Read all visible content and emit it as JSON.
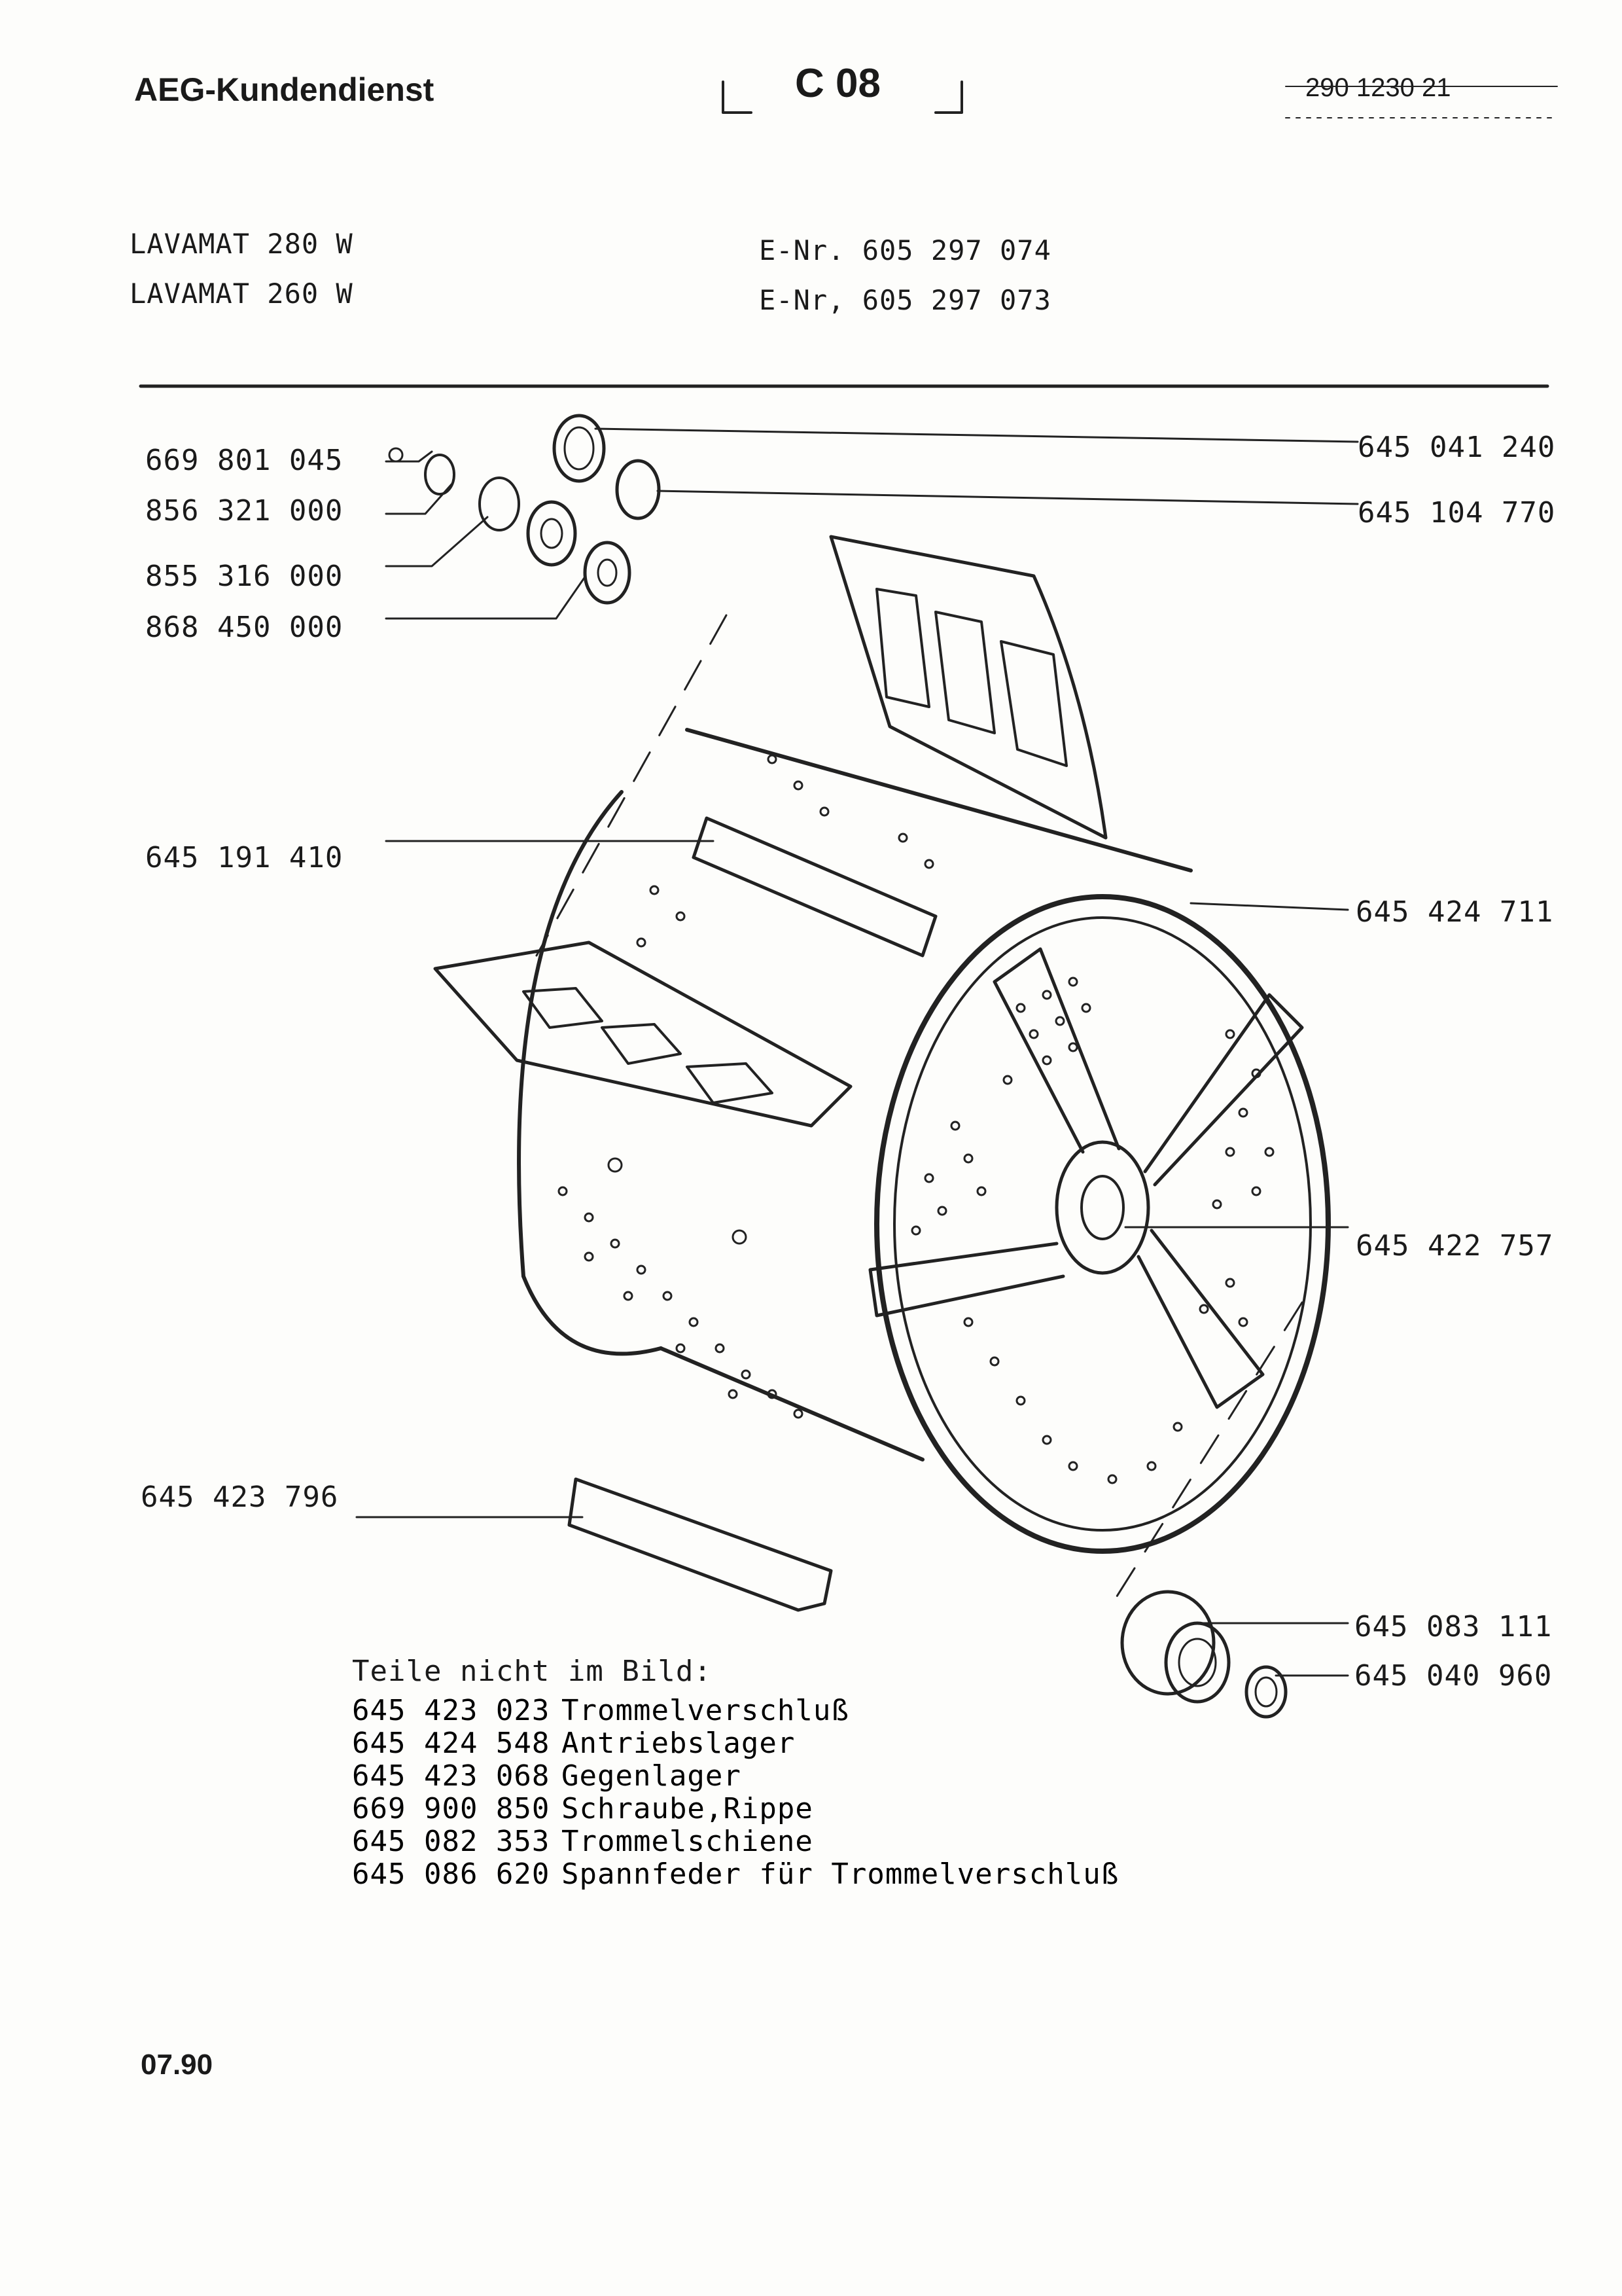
{
  "header": {
    "brand": "AEG-Kundendienst",
    "section_code": "C 08",
    "document_number": "290 1230 21"
  },
  "models": [
    {
      "name": "LAVAMAT 280 W",
      "e_nr": "E-Nr. 605 297 074"
    },
    {
      "name": "LAVAMAT 260 W",
      "e_nr": "E-Nr, 605 297 073"
    }
  ],
  "callouts_left": [
    {
      "part_number": "669 801 045"
    },
    {
      "part_number": "856 321 000"
    },
    {
      "part_number": "855 316 000"
    },
    {
      "part_number": "868 450 000"
    },
    {
      "part_number": "645 191 410"
    },
    {
      "part_number": "645 423 796"
    }
  ],
  "callouts_right": [
    {
      "part_number": "645 041 240"
    },
    {
      "part_number": "645 104 770"
    },
    {
      "part_number": "645 424 711"
    },
    {
      "part_number": "645 422 757"
    },
    {
      "part_number": "645 083 111"
    },
    {
      "part_number": "645 040 960"
    }
  ],
  "parts_not_shown": {
    "title": "Teile nicht im Bild:",
    "items": [
      {
        "number": "645 423 023",
        "description": "Trommelverschluß"
      },
      {
        "number": "645 424 548",
        "description": "Antriebslager"
      },
      {
        "number": "645 423 068",
        "description": "Gegenlager"
      },
      {
        "number": "669 900 850",
        "description": "Schraube,Rippe"
      },
      {
        "number": "645 082 353",
        "description": "Trommelschiene"
      },
      {
        "number": "645 086 620",
        "description": "Spannfeder für Trommelverschluß"
      }
    ]
  },
  "footer": {
    "date": "07.90"
  }
}
